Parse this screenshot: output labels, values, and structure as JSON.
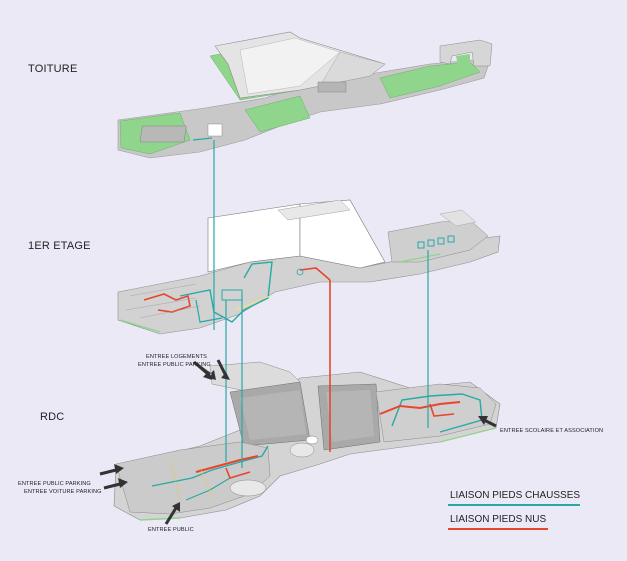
{
  "levels": {
    "roof": "TOITURE",
    "first": "1ER ETAGE",
    "ground": "RDC"
  },
  "entrances": {
    "logements": "ENTREE LOGEMENTS",
    "public_parking_top": "ENTREE PUBLIC PARKING",
    "scolaire": "ENTREE SCOLAIRE ET ASSOCIATION",
    "public_parking_left": "ENTREE PUBLIC PARKING",
    "voiture_parking": "ENTREE VOITURE PARKING",
    "public": "ENTREE PUBLIC"
  },
  "legend": {
    "shod": "LIAISON PIEDS CHAUSSES",
    "barefoot": "LIAISON PIEDS NUS"
  },
  "colors": {
    "background": "#ece9f7",
    "shod_link": "#27a9a6",
    "barefoot_link": "#e8452c",
    "roof_green": "#8fd58c",
    "slab": "#cfcfcf"
  }
}
